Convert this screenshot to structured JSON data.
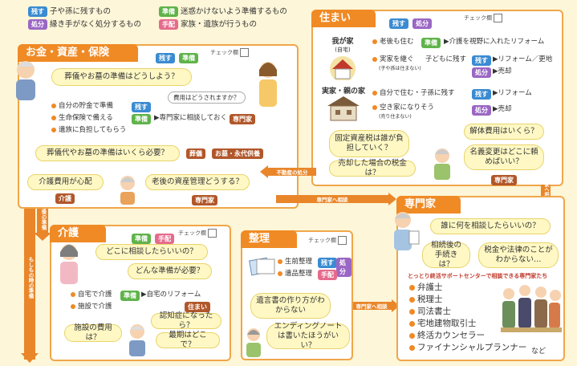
{
  "legend": [
    {
      "tag": "残す",
      "text": "子や孫に残すもの",
      "color": "#3a8bd1"
    },
    {
      "tag": "処分",
      "text": "縁き手がなく処分するもの",
      "color": "#9a67c4"
    },
    {
      "tag": "準備",
      "text": "迷惑かけないよう準備するもの",
      "color": "#5fb34a"
    },
    {
      "tag": "手配",
      "text": "家族・遺族が行うもの",
      "color": "#e56b8d"
    }
  ],
  "check_label": "チェック欄",
  "money": {
    "title": "お金・資産・保険",
    "tags": [
      "残す",
      "準備"
    ],
    "bubble_funeral_cost": "葬儀やお墓の準備はどうしよう？",
    "question_cost": "費用はどうされますか？",
    "items": [
      {
        "text": "自分の貯金で準備",
        "tag": "残す"
      },
      {
        "text": "生命保険で備える",
        "tag": "準備",
        "extra": "専門家に相談しておく",
        "extra_tag": "専門家"
      },
      {
        "text": "遺族に負担してもらう"
      }
    ],
    "bubble_funeral_need": "葬儀代やお墓の準備はいくら必要？",
    "funeral_tags": [
      "葬儀",
      "お墓・永代供養"
    ],
    "bubble_care_worry": "介護費用が心配",
    "care_tag": "介護",
    "bubble_asset_manage": "老後の資産管理どうする？",
    "expert_tag": "専門家"
  },
  "house": {
    "title": "住まい",
    "tags": [
      "残す",
      "処分"
    ],
    "my_house": "我が家",
    "my_house_sub": "(自宅)",
    "my_items": [
      {
        "text": "老後も住む",
        "tag": "準備",
        "extra": "介護を視野に入れたリフォーム"
      },
      {
        "text": "実家を継ぐ",
        "sub": "(子や孫は住まない)",
        "extra_prefix": "子どもに残す",
        "tag": "残す",
        "extra": "リフォーム／更地"
      },
      {
        "tag": "処分",
        "extra": "売却"
      }
    ],
    "parent_house": "実家・親の家",
    "parent_items": [
      {
        "text": "自分で住む・子孫に残す",
        "tag": "残す",
        "extra": "リフォーム"
      },
      {
        "text": "空き家になりそう",
        "sub": "(売り住まない)",
        "tag": "処分",
        "extra": "売却"
      }
    ],
    "bubble_tax": "固定資産税は誰が負担していく？",
    "bubble_sale_tax": "売却した場合の税金は？",
    "bubble_demolish": "解体費用はいくら？",
    "bubble_name_change": "名義変更はどこに頼めばいい？",
    "expert_tag": "専門家"
  },
  "care": {
    "title": "介護",
    "tags": [
      "準備",
      "手配"
    ],
    "bubble_where": "どこに相談したらいいの？",
    "bubble_prep": "どんな準備が必要？",
    "items": [
      {
        "text": "自宅で介護",
        "tag": "準備",
        "extra": "自宅のリフォーム"
      },
      {
        "text": "施設で介護"
      }
    ],
    "house_tag": "住まい",
    "bubble_facility": "施設の費用は？",
    "bubble_dementia": "認知症になったら？",
    "bubble_last": "最期はどこで？"
  },
  "tidy": {
    "title": "整理",
    "items": [
      {
        "text": "生前整理",
        "tags": [
          "残す",
          "処分"
        ]
      },
      {
        "text": "遺品整理",
        "tags": [
          "手配"
        ]
      }
    ],
    "bubble_will": "遺言書の作り方がわからない",
    "bubble_ending": "エンディングノートは書いたほうがいい？"
  },
  "expert": {
    "title": "専門家",
    "bubble_who": "誰に何を相談したらいいの？",
    "bubble_after": "相続後の手続きは？",
    "bubble_tax": "税金や法律のことがわからない…",
    "intro": "とっとり終活サポートセンターで相談できる専門家たち",
    "list": [
      "弁護士",
      "税理士",
      "司法書士",
      "宅地建物取引士",
      "終活カウンセラー",
      "ファイナンシャルプランナー"
    ],
    "etc": "など"
  },
  "arrows": {
    "real_estate_disposal": "不動産の処分",
    "consult_expert_1": "専門家へ相談",
    "consult_expert_2": "専門家へ相談",
    "consult_expert_3": "専門家へ相談",
    "aging_prep": "老後の準備",
    "emergency_prep": "もしもの時の準備"
  }
}
